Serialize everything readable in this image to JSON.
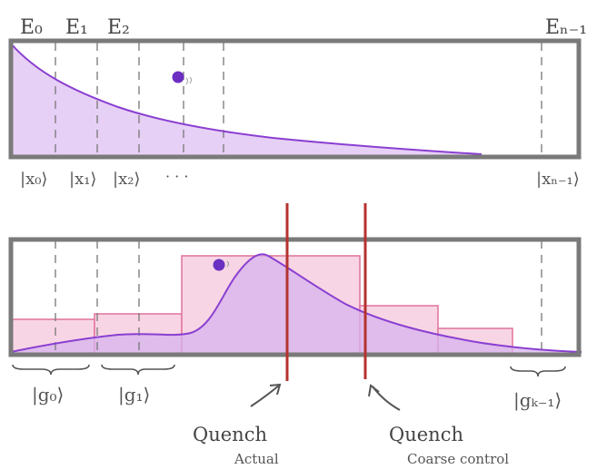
{
  "top_panel": {
    "energy_labels": [
      "E₀",
      "E₁",
      "E₂",
      "Eₙ₋₁"
    ],
    "state_labels": [
      "|x₀⟩",
      "|x₁⟩",
      "|x₂⟩",
      "· · ·",
      "|xₙ₋₁⟩"
    ]
  },
  "bottom_panel": {
    "state_labels": [
      "|g₀⟩",
      "|g₁⟩",
      "|gₖ₋₁⟩"
    ],
    "quench_actual": {
      "title": "Quench",
      "subtitle": "Actual"
    },
    "quench_coarse": {
      "title": "Quench",
      "subtitle": "Coarse control"
    }
  },
  "colors": {
    "frame": "#7a7a7a",
    "curve": "#8a3fd1",
    "fill": "#d9b8ef",
    "bins_stroke": "#e27aa0",
    "bins_fill": "#f7d3e3",
    "quench_line": "#b4332f",
    "particle": "#6b2fc2"
  }
}
